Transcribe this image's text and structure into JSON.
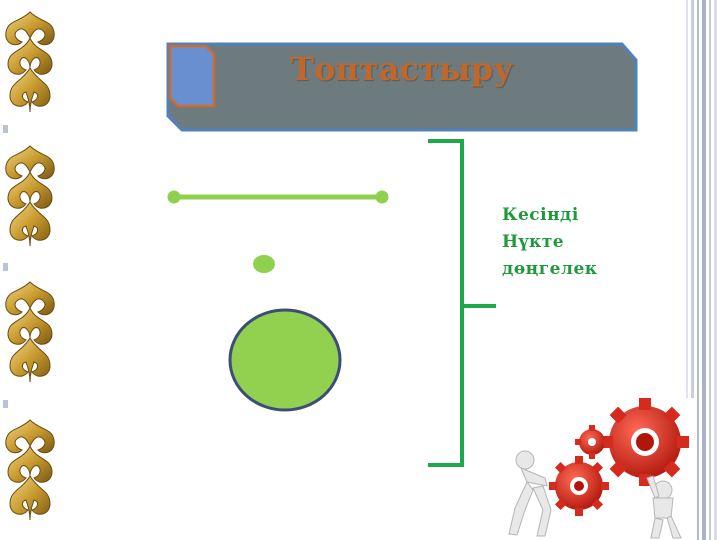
{
  "slide": {
    "title": "Топтастыру",
    "labels": [
      "Кесінді",
      "Нүкте",
      "дөңгелек"
    ]
  },
  "colors": {
    "title_bar": "#6e7b7e",
    "title_bar_border": "#4f81bd",
    "title_tab": "#6a8fd1",
    "title_tab_border": "#d06b2b",
    "title_text": "#c0672b",
    "shape_green": "#8fd14f",
    "bracket_green": "#1fa84a",
    "label_green": "#1f9a3a",
    "ornament_gold": "#c89a2e",
    "gear_red": "#d62a1e"
  }
}
